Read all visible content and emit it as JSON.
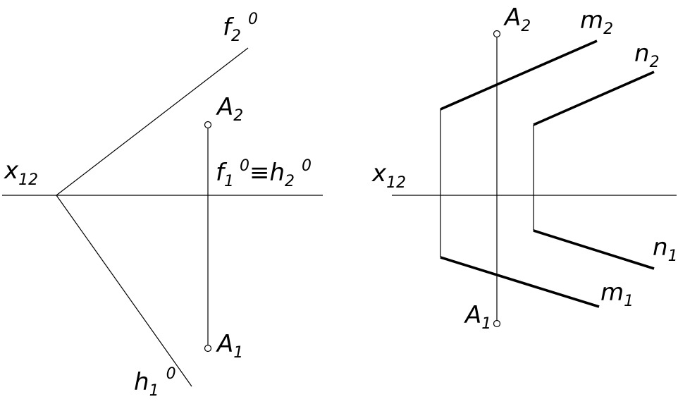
{
  "left_diagram": {
    "axis_label": {
      "main": "x",
      "sub": "12"
    },
    "trace_f2": {
      "main": "f",
      "sub": "2",
      "sup": "0"
    },
    "trace_h1": {
      "main": "h",
      "sub": "1",
      "sup": "0"
    },
    "point_A2": {
      "main": "A",
      "sub": "2"
    },
    "point_A1": {
      "main": "A",
      "sub": "1"
    },
    "coincident": {
      "f_main": "f",
      "f_sub": "1",
      "f_sup": "0",
      "equiv": "≡",
      "h_main": "h",
      "h_sub": "2",
      "h_sup": "0"
    }
  },
  "right_diagram": {
    "axis_label": {
      "main": "x",
      "sub": "12"
    },
    "line_m2": {
      "main": "m",
      "sub": "2"
    },
    "line_n2": {
      "main": "n",
      "sub": "2"
    },
    "line_n1": {
      "main": "n",
      "sub": "1"
    },
    "line_m1": {
      "main": "m",
      "sub": "1"
    },
    "point_A2": {
      "main": "A",
      "sub": "2"
    },
    "point_A1": {
      "main": "A",
      "sub": "1"
    }
  }
}
